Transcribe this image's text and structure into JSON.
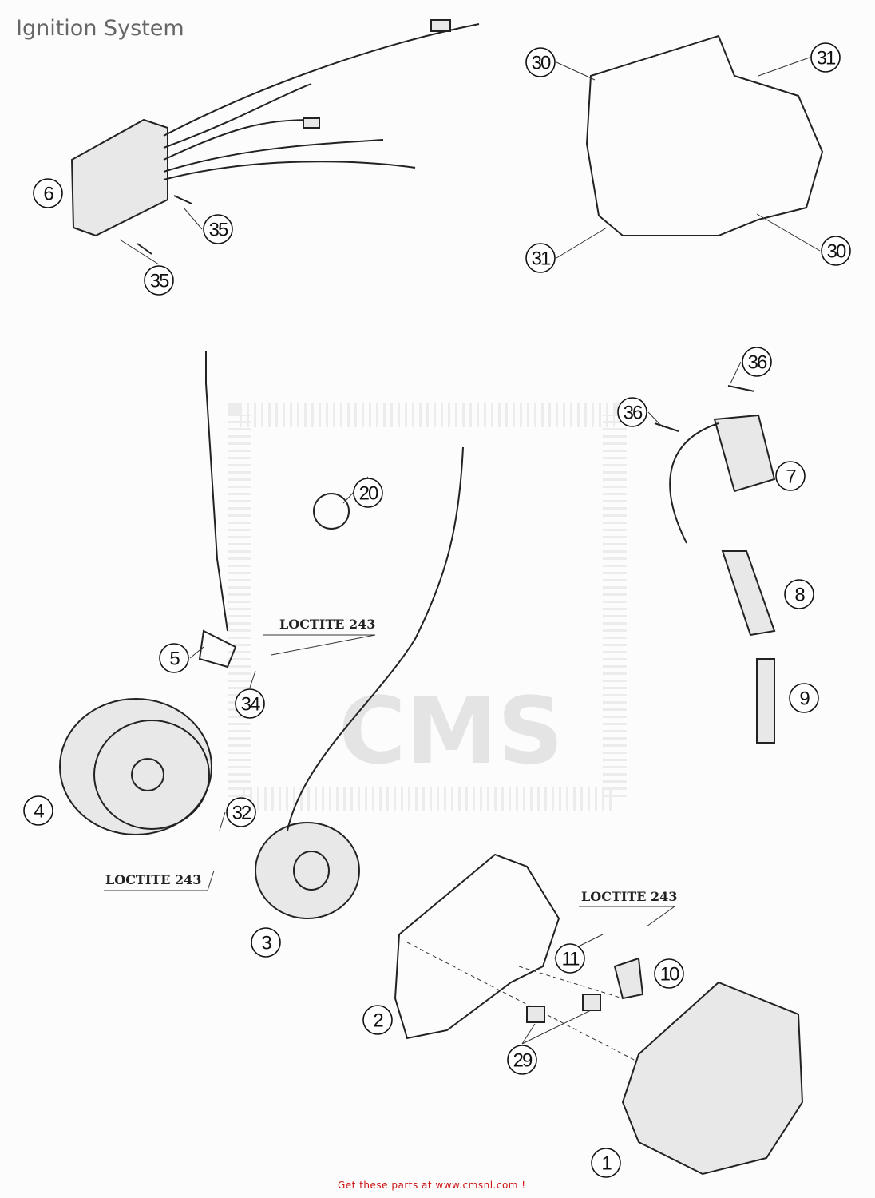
{
  "title": "Ignition System",
  "footer": "Get these parts at www.cmsnl.com  !",
  "watermark": "CMS",
  "callouts": {
    "c30a": "30",
    "c31a": "31",
    "c31b": "31",
    "c30b": "30",
    "c6": "6",
    "c35a": "35",
    "c35b": "35",
    "c36a": "36",
    "c36b": "36",
    "c7": "7",
    "c8": "8",
    "c9": "9",
    "c20": "20",
    "c5": "5",
    "c34": "34",
    "c4": "4",
    "c32": "32",
    "c3": "3",
    "c2": "2",
    "c11": "11",
    "c10": "10",
    "c29": "29",
    "c1": "1"
  },
  "notes": {
    "loctite1": "LOCTITE 243",
    "loctite2": "LOCTITE 243",
    "loctite3": "LOCTITE 243"
  }
}
